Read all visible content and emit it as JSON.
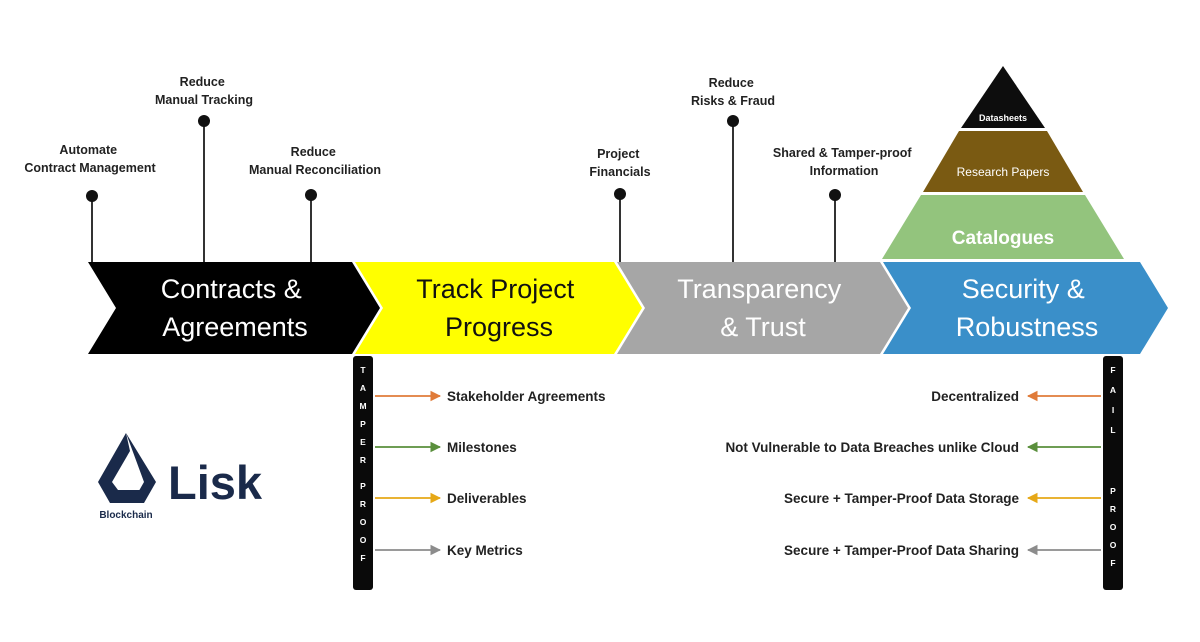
{
  "annotations": {
    "automate": [
      "Automate",
      "Contract Management"
    ],
    "reduce_tracking": [
      "Reduce",
      "Manual Tracking"
    ],
    "reduce_reconciliation": [
      "Reduce",
      "Manual Reconciliation"
    ],
    "project_financials": [
      "Project",
      "Financials"
    ],
    "reduce_risks": [
      "Reduce",
      "Risks & Fraud"
    ],
    "shared_info": [
      "Shared & Tamper-proof",
      "Information"
    ]
  },
  "chevrons": [
    {
      "lines": [
        "Contracts &",
        "Agreements"
      ],
      "fill": "#000000",
      "text_color": "#ffffff"
    },
    {
      "lines": [
        "Track Project",
        "Progress"
      ],
      "fill": "#ffff00",
      "text_color": "#111111"
    },
    {
      "lines": [
        "Transparency",
        "& Trust"
      ],
      "fill": "#a6a6a6",
      "text_color": "#ffffff"
    },
    {
      "lines": [
        "Security &",
        "Robustness"
      ],
      "fill": "#3a8fc9",
      "text_color": "#ffffff"
    }
  ],
  "pyramid": {
    "top": {
      "label": "Datasheets",
      "color": "#0d0d0d"
    },
    "middle": {
      "label": "Research Papers",
      "color": "#7a5a12"
    },
    "bottom": {
      "label": "Catalogues",
      "color": "#93c47d"
    }
  },
  "tamper_bar": {
    "letters": [
      "T",
      "A",
      "M",
      "P",
      "E",
      "R",
      "P",
      "R",
      "O",
      "O",
      "F"
    ]
  },
  "fail_bar": {
    "letters": [
      "F",
      "A",
      "I",
      "L",
      "P",
      "R",
      "O",
      "O",
      "F"
    ]
  },
  "left_items": [
    {
      "label": "Stakeholder Agreements",
      "color": "#e07b39"
    },
    {
      "label": "Milestones",
      "color": "#5a8f3c"
    },
    {
      "label": "Deliverables",
      "color": "#e6a817"
    },
    {
      "label": "Key Metrics",
      "color": "#8c8c8c"
    }
  ],
  "right_items": [
    {
      "label": "Decentralized",
      "color": "#e07b39"
    },
    {
      "label": "Not Vulnerable to Data Breaches unlike Cloud",
      "color": "#5a8f3c"
    },
    {
      "label": "Secure + Tamper-Proof Data Storage",
      "color": "#e6a817"
    },
    {
      "label": "Secure + Tamper-Proof Data Sharing",
      "color": "#8c8c8c"
    }
  ],
  "logo": {
    "name": "Lisk",
    "tagline": "Blockchain",
    "color": "#1a2a4a"
  }
}
